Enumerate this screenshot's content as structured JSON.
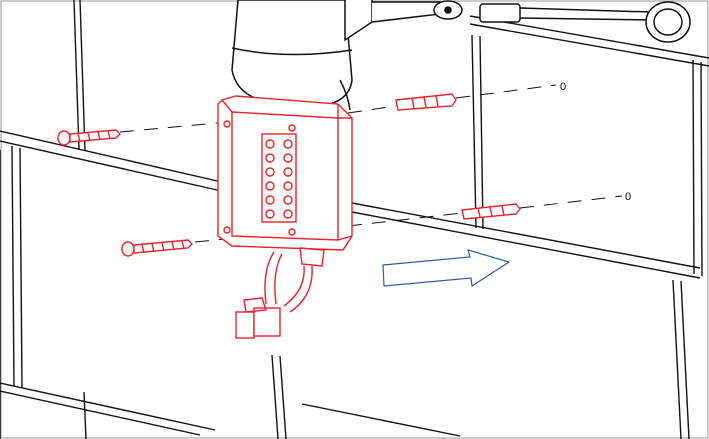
{
  "callouts": [
    {
      "id": "top-callout",
      "text": "0"
    },
    {
      "id": "bottom-callout",
      "text": "0"
    }
  ],
  "colors": {
    "line": "#111111",
    "highlight": "#e8212b",
    "arrow": "#2f5b9a",
    "background": "#ffffff"
  },
  "icons": {
    "direction_arrow": "right-arrow-outline-icon"
  }
}
